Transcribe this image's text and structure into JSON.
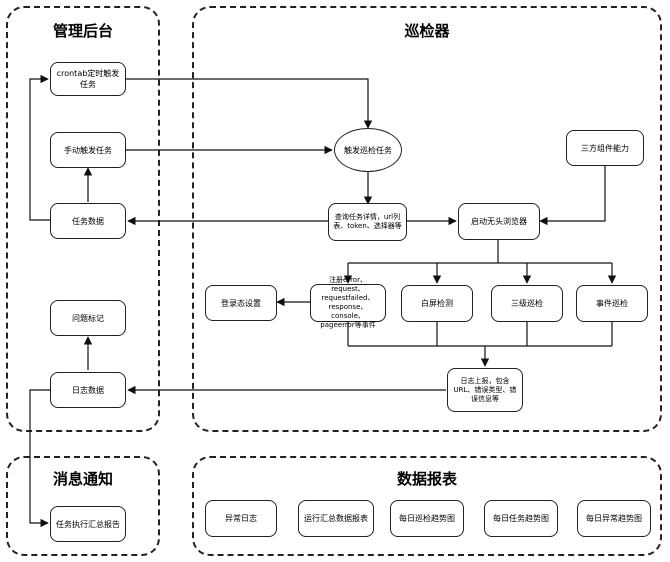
{
  "panels": {
    "admin": "管理后台",
    "inspector": "巡检器",
    "notify": "消息通知",
    "report": "数据报表"
  },
  "nodes": {
    "crontab": "crontab定时触发任务",
    "manual": "手动触发任务",
    "task_data": "任务数据",
    "issue_mark": "问题标记",
    "log_data": "日志数据",
    "trigger": "触发巡检任务",
    "query": "查询任务详情，url列表、token、选择器等",
    "launch": "启动无头浏览器",
    "third_party": "三方组件能力",
    "login": "登录态设置",
    "register": "注册error、request、requestfailed、response、console、pageerror等事件",
    "white_screen": "白屏检测",
    "level3": "三级巡检",
    "event": "事件巡检",
    "log_report": "日志上报，包含URL、错误类型、错误信息等",
    "summary": "任务执行汇总报告",
    "abnormal_log": "异常日志",
    "run_summary": "运行汇总数据报表",
    "daily_inspect": "每日巡检趋势图",
    "daily_task": "每日任务趋势图",
    "daily_abnormal": "每日异常趋势图"
  }
}
